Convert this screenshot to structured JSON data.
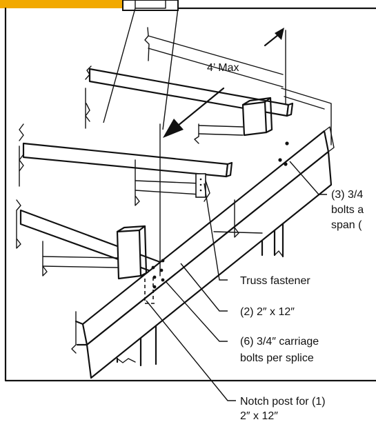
{
  "colors": {
    "accent": "#f2a900",
    "ink": "#111111",
    "background": "#ffffff"
  },
  "labels": {
    "spacing": "4’ Max",
    "span_bolts_line1": "(3) 3/4",
    "span_bolts_line2": "bolts a",
    "span_bolts_line3": "span (",
    "truss_fastener": "Truss fastener",
    "beam": "(2) 2″ x 12″",
    "splice_bolts_line1": "(6) 3/4″ carriage",
    "splice_bolts_line2": "bolts per splice",
    "notch_line1": "Notch post for (1)",
    "notch_line2": "2″ x 12″"
  }
}
